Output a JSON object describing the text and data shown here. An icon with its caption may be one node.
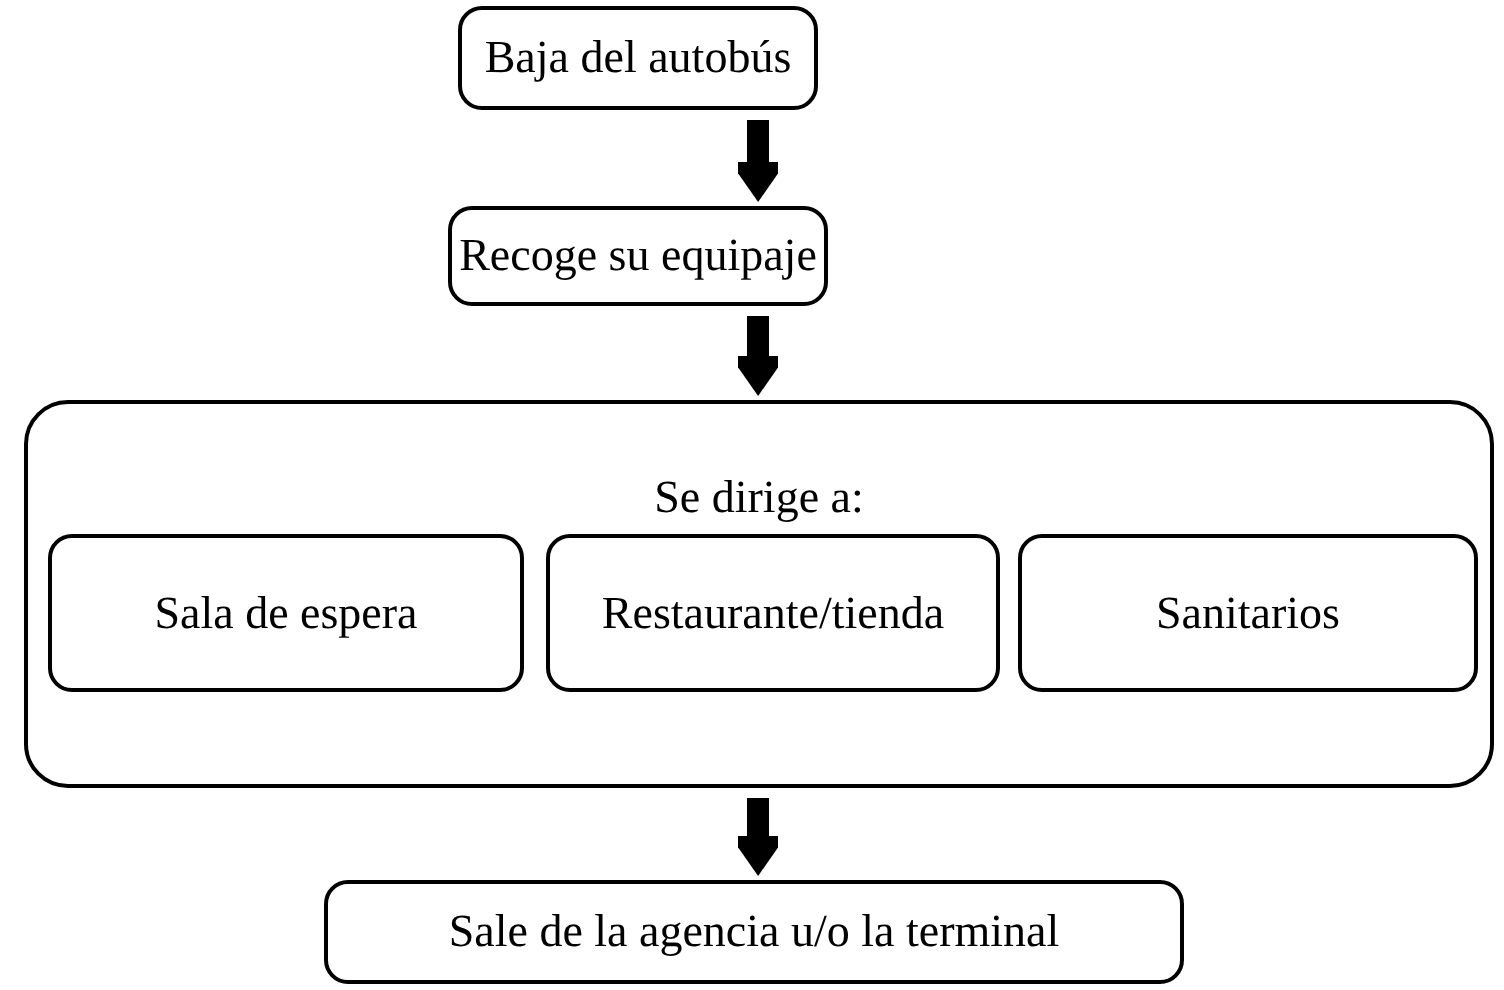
{
  "diagram": {
    "nodes": [
      {
        "text": [
          "Baja del autobús"
        ]
      },
      {
        "text": [
          "Recoge su equipaje"
        ]
      },
      {
        "text": [
          "Se dirige a:"
        ]
      },
      {
        "text": [
          "Sala de espera"
        ],
        "in": 2
      },
      {
        "text": [
          "Restaurante/tienda"
        ],
        "in": 2
      },
      {
        "text": [
          "Sanitarios"
        ],
        "in": 2
      },
      {
        "text": [
          "Sale de la agencia u/o la terminal"
        ]
      }
    ],
    "edges": [
      {
        "from": 0,
        "to": 1,
        "arrow": "to"
      },
      {
        "from": 1,
        "to": 2,
        "arrow": "to"
      },
      {
        "from": 2,
        "to": 6,
        "arrow": "to"
      }
    ]
  }
}
